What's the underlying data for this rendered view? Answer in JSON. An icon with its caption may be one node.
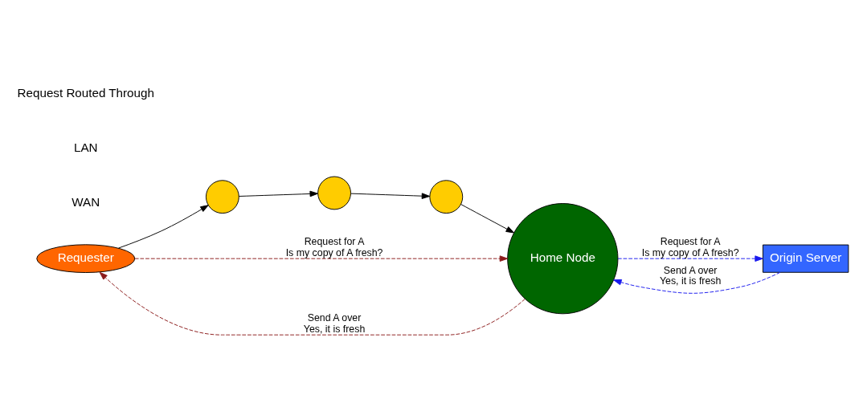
{
  "diagram": {
    "nodes": [
      {
        "text": [
          "Requester"
        ]
      },
      {
        "text": [],
        "shape": "circle"
      },
      {
        "text": [],
        "shape": "circle"
      },
      {
        "text": [],
        "shape": "circle"
      },
      {
        "text": [
          "Home Node"
        ]
      },
      {
        "text": [
          "Origin Server"
        ]
      }
    ],
    "edges": [
      {
        "from": 0,
        "to": 1,
        "arrow": "to"
      },
      {
        "from": 1,
        "to": 2,
        "arrow": "to"
      },
      {
        "from": 2,
        "to": 3,
        "arrow": "to"
      },
      {
        "from": 3,
        "to": 4,
        "arrow": "to"
      },
      {
        "from": 0,
        "to": 4,
        "arrow": "to",
        "style": "dashed",
        "color": "#8b1a1a",
        "label": [
          "Request for A",
          "Is my copy of A fresh?"
        ]
      },
      {
        "from": 4,
        "to": 0,
        "arrow": "to",
        "style": "dashed",
        "color": "#8b1a1a",
        "label": [
          "Send A over",
          "Yes, it is fresh"
        ]
      },
      {
        "from": 4,
        "to": 5,
        "arrow": "to",
        "style": "dashed",
        "color": "#1a1aee",
        "label": [
          "Request for A",
          "Is my copy of A fresh?"
        ]
      },
      {
        "from": 5,
        "to": 4,
        "arrow": "to",
        "style": "dashed",
        "color": "#1a1aee",
        "label": [
          "Send A over",
          "Yes, it is fresh"
        ]
      }
    ],
    "labels": [
      "WAN",
      "LAN",
      "Request Routed Through"
    ]
  }
}
